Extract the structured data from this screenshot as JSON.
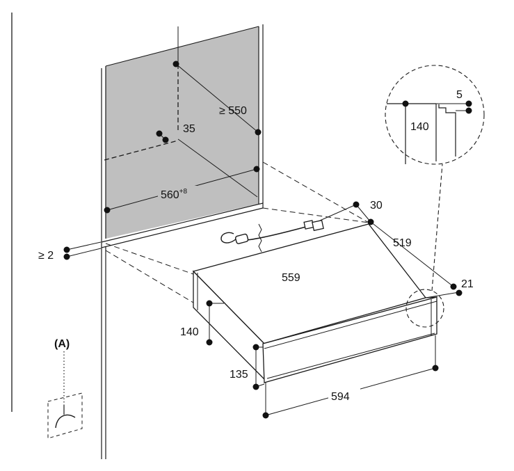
{
  "dimensions": {
    "niche_depth_min": "≥ 550",
    "top_offset": "35",
    "niche_width": "560",
    "niche_width_tolerance": "+8",
    "side_gap_min": "≥ 2",
    "cable_offset": "30",
    "appliance_depth": "519",
    "appliance_width_body": "559",
    "front_overhang": "21",
    "body_height": "140",
    "front_height": "135",
    "front_width": "594",
    "detail_offset": "5",
    "detail_height": "140"
  },
  "labels": {
    "mount_marker": "(A)"
  },
  "colors": {
    "line": "#1a1a1a",
    "niche_fill": "#bfbfbf",
    "appliance_fill": "#ffffff"
  }
}
